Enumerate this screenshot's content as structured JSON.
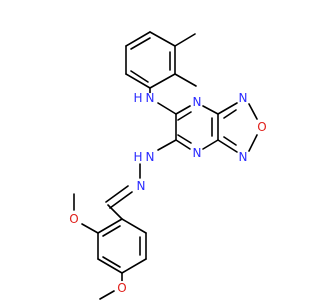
{
  "molecule": {
    "atom_colors": {
      "N": "#2a2aff",
      "O": "#e0201b",
      "C": "#000000"
    },
    "labels": {
      "amine_n": "N",
      "amine_h": "H",
      "hydrazone_nh_n": "N",
      "hydrazone_nh_h": "H",
      "imine_n": "N",
      "pyrazine_n_top": "N",
      "pyrazine_n_bottom": "N",
      "oxadiazole_n_top": "N",
      "oxadiazole_o": "O",
      "oxadiazole_n_bottom": "N",
      "methoxy_o_upper": "O",
      "methoxy_o_lower": "O"
    }
  }
}
